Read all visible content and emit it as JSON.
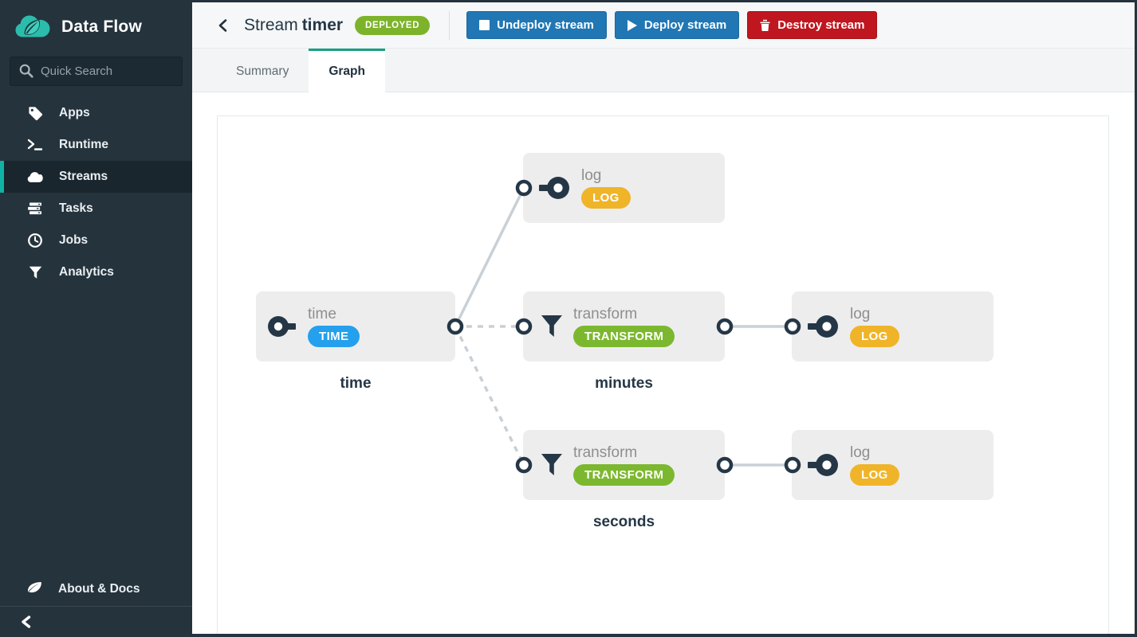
{
  "app": {
    "name": "Data Flow"
  },
  "colors": {
    "sidebar_bg": "#25333d",
    "sidebar_selected_bg": "#1a262e",
    "accent_teal": "#0fb3a3",
    "tab_active_border": "#16a085",
    "button_blue": "#2077b4",
    "button_red": "#bf161f",
    "badge_deployed_green": "#7db32b",
    "badge_time_blue": "#24a0ed",
    "badge_log_amber": "#f0b429",
    "badge_transform_green": "#7cb82f",
    "node_bg": "#ededee",
    "edge_gray": "#c9d1d7",
    "port_stroke": "#253746"
  },
  "sidebar": {
    "search": {
      "placeholder": "Quick Search"
    },
    "items": [
      {
        "label": "Apps",
        "icon": "tag",
        "selected": false
      },
      {
        "label": "Runtime",
        "icon": "terminal-prompt",
        "selected": false
      },
      {
        "label": "Streams",
        "icon": "cloud",
        "selected": true
      },
      {
        "label": "Tasks",
        "icon": "stack",
        "selected": false
      },
      {
        "label": "Jobs",
        "icon": "clock",
        "selected": false
      },
      {
        "label": "Analytics",
        "icon": "funnel",
        "selected": false
      }
    ],
    "about_label": "About & Docs"
  },
  "header": {
    "title_prefix": "Stream",
    "title_name": "timer",
    "status_badge": "DEPLOYED",
    "buttons": [
      {
        "label": "Undeploy stream",
        "icon": "stop-square"
      },
      {
        "label": "Deploy stream",
        "icon": "play-triangle"
      },
      {
        "label": "Destroy stream",
        "icon": "trash"
      }
    ]
  },
  "tabs": [
    {
      "label": "Summary",
      "active": false
    },
    {
      "label": "Graph",
      "active": true
    }
  ],
  "graph": {
    "nodes": [
      {
        "id": "time",
        "title": "time",
        "badge": "TIME",
        "type": "source"
      },
      {
        "id": "log-1",
        "title": "log",
        "badge": "LOG",
        "type": "sink"
      },
      {
        "id": "transform-minutes",
        "title": "transform",
        "badge": "TRANSFORM",
        "type": "processor"
      },
      {
        "id": "log-2",
        "title": "log",
        "badge": "LOG",
        "type": "sink"
      },
      {
        "id": "transform-seconds",
        "title": "transform",
        "badge": "TRANSFORM",
        "type": "processor"
      },
      {
        "id": "log-3",
        "title": "log",
        "badge": "LOG",
        "type": "sink"
      }
    ],
    "stream_labels": [
      "time",
      "minutes",
      "seconds"
    ],
    "edges": [
      {
        "from": "time",
        "to": "log-1",
        "style": "solid",
        "tap": false
      },
      {
        "from": "time",
        "to": "transform-minutes",
        "style": "dashed",
        "tap": true
      },
      {
        "from": "time",
        "to": "transform-seconds",
        "style": "dashed",
        "tap": true
      },
      {
        "from": "transform-minutes",
        "to": "log-2",
        "style": "solid",
        "tap": false
      },
      {
        "from": "transform-seconds",
        "to": "log-3",
        "style": "solid",
        "tap": false
      }
    ]
  }
}
